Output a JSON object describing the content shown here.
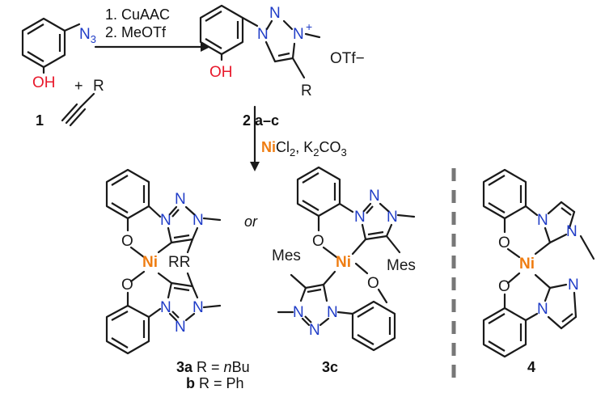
{
  "reaction1": {
    "step1": "1. CuAAC",
    "step2": "2. MeOTf"
  },
  "compound1": {
    "label": "1",
    "azide_N": "N",
    "azide_sub": "3",
    "hydroxyl": "OH",
    "plus": "+",
    "alkyne_R": "R"
  },
  "compound2": {
    "label": "2 a–c",
    "N1": "N",
    "N2": "N",
    "N3": "N",
    "charge": "+",
    "counterion": "OTf−",
    "hydroxyl": "OH",
    "R": "R"
  },
  "reaction2": {
    "metal": "Ni",
    "reagent_rest1": "Cl",
    "reagent_sub1": "2",
    "reagent_sep": ", K",
    "reagent_sub2": "2",
    "reagent_rest2": "CO",
    "reagent_sub3": "3"
  },
  "compound3ab": {
    "label_a_bold": "3a",
    "label_a_rest": " R = ",
    "label_a_italic": "n",
    "label_a_end": "Bu",
    "label_b_bold": "b",
    "label_b_rest": " R = Ph",
    "metal": "Ni",
    "O": "O",
    "N": "N",
    "RR": "RR"
  },
  "or_text": "or",
  "compound3c": {
    "label": "3c",
    "metal": "Ni",
    "O": "O",
    "N": "N",
    "mes": "Mes"
  },
  "compound4": {
    "label": "4",
    "metal": "Ni",
    "O": "O",
    "N": "N"
  },
  "colors": {
    "nitrogen": "#1f3cc7",
    "oxygen_hydroxyl": "#e8182b",
    "nickel": "#ef7d12",
    "bond": "#1a1a1a"
  }
}
